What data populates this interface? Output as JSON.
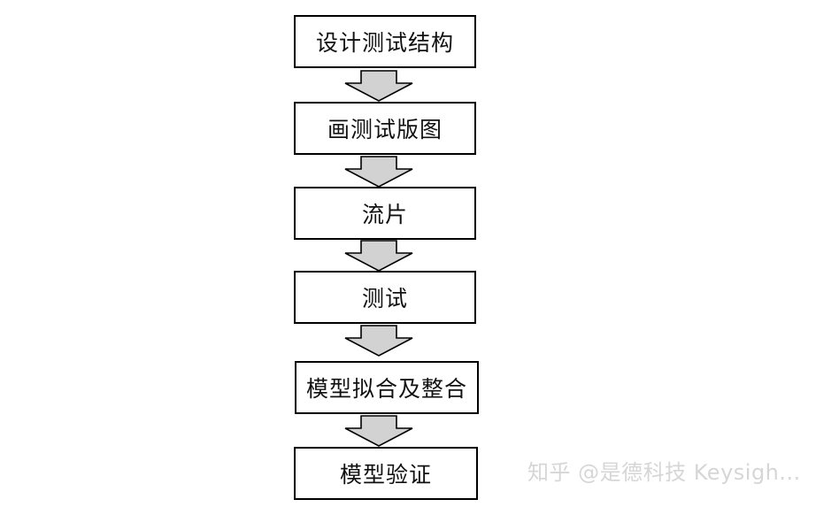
{
  "steps": [
    {
      "label": "设计测试结构"
    },
    {
      "label": "画测试版图"
    },
    {
      "label": "流片"
    },
    {
      "label": "测试"
    },
    {
      "label": "模型拟合及整合"
    },
    {
      "label": "模型验证"
    }
  ],
  "watermark": {
    "text": "知乎 @是德科技 Keysigh..."
  },
  "colors": {
    "arrow_fill": "#d2d2d2",
    "border": "#000000",
    "watermark": "#d6d6d6"
  }
}
